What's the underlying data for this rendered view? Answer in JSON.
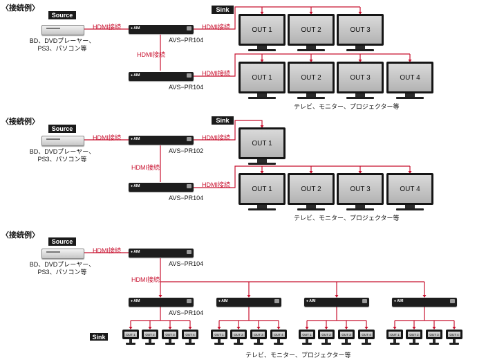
{
  "section_title": "〈接続例〉",
  "source_label": "Source",
  "sink_label": "Sink",
  "hdmi_label": "HDMI接続",
  "source_device": {
    "line1": "BD、DVDプレーヤー、",
    "line2": "PS3、パソコン等"
  },
  "switcher_logo": "● AIM",
  "models": {
    "pr104": "AVS−PR104",
    "pr102": "AVS−PR102"
  },
  "outputs": {
    "out1": "OUT 1",
    "out2": "OUT 2",
    "out3": "OUT 3",
    "out4": "OUT 4"
  },
  "sink_caption": "テレビ、モニター、プロジェクター等",
  "colors": {
    "wire": "#c8102e",
    "device": "#1d1d1d",
    "label_bg": "#1a1a1a"
  }
}
